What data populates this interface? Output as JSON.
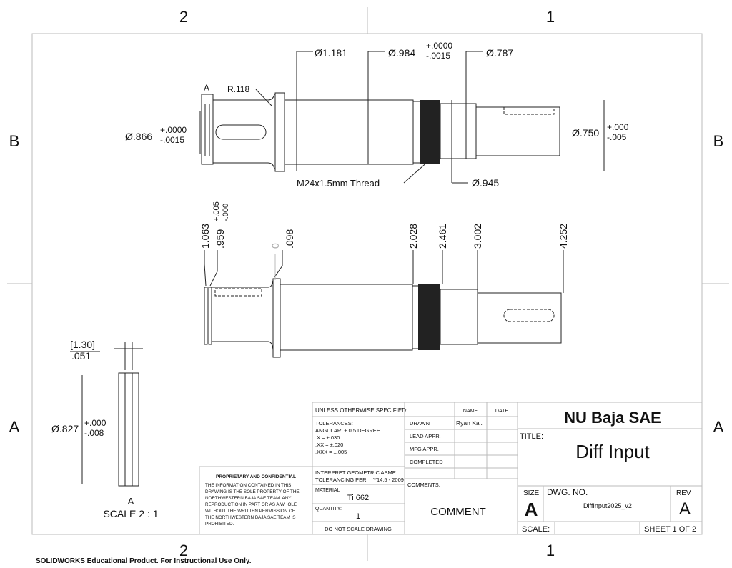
{
  "zones": {
    "top_left": "2",
    "top_right": "1",
    "bottom_left": "2",
    "bottom_right": "1",
    "left_upper": "B",
    "left_lower": "A",
    "right_upper": "B",
    "right_lower": "A"
  },
  "top_view": {
    "section_label": "A",
    "radius": "R.118",
    "dia_left": "Ø.866",
    "dia_left_tol_plus": "+.0000",
    "dia_left_tol_minus": "-.0015",
    "dia_1181": "Ø1.181",
    "dia_984": "Ø.984",
    "dia_984_tol_plus": "+.0000",
    "dia_984_tol_minus": "-.0015",
    "dia_787": "Ø.787",
    "dia_750": "Ø.750",
    "dia_750_tol_plus": "+.000",
    "dia_750_tol_minus": "-.005",
    "thread": "M24x1.5mm Thread",
    "dia_945": "Ø.945"
  },
  "side_view": {
    "ordinates": [
      "1.063",
      ".959",
      "0",
      ".098",
      "2.028",
      "2.461",
      "3.002",
      "4.252"
    ],
    "tol_959_plus": "+.005",
    "tol_959_minus": "-.000"
  },
  "detail_view": {
    "thickness_mm": "[1.30]",
    "thickness_in": ".051",
    "dia": "Ø.827",
    "dia_tol_plus": "+.000",
    "dia_tol_minus": "-.008",
    "label": "A",
    "scale": "SCALE 2 : 1"
  },
  "title_block": {
    "unless": "UNLESS OTHERWISE SPECIFIED:",
    "name_header": "NAME",
    "date_header": "DATE",
    "tolerances": "TOLERANCES:",
    "angular": "ANGULAR: ± 0.5 DEGREE",
    "x_tol": ".X =  ±.030",
    "xx_tol": ".XX  = ±.020",
    "xxx_tol": ".XXX =   ±.005",
    "drawn": "DRAWN",
    "drawn_name": "Ryan Kal.",
    "lead_appr": "LEAD APPR.",
    "mfg_appr": "MFG APPR.",
    "completed": "COMPLETED",
    "interpret": "INTERPRET GEOMETRIC ASME",
    "tolerancing_per": "TOLERANCING PER:",
    "standard": "Y14.5 - 2009",
    "material_label": "MATERIAL",
    "material": "Ti 662",
    "quantity_label": "QUANTITY:",
    "quantity": "1",
    "do_not_scale": "DO NOT SCALE DRAWING",
    "comments_label": "COMMENTS:",
    "comment": "COMMENT",
    "company": "NU Baja SAE",
    "title_label": "TITLE:",
    "title": "Diff Input",
    "size_label": "SIZE",
    "size": "A",
    "dwg_no_label": "DWG.  NO.",
    "dwg_no": "DiffInput2025_v2",
    "rev_label": "REV",
    "rev": "A",
    "scale_label": "SCALE:",
    "sheet": "SHEET 1 OF 2",
    "proprietary_title": "PROPRIETARY AND CONFIDENTIAL",
    "proprietary_lines": [
      "THE INFORMATION CONTAINED IN THIS",
      "DRAWING IS THE SOLE PROPERTY OF THE",
      "NORTHWESTERN BAJA SAE TEAM.  ANY",
      "REPRODUCTION IN PART OR AS A WHOLE",
      "WITHOUT THE WRITTEN PERMISSION OF",
      "THE NORTHWESTERN BAJA SAE TEAM IS",
      "PROHIBITED."
    ]
  },
  "footer": "SOLIDWORKS Educational Product. For Instructional Use Only."
}
